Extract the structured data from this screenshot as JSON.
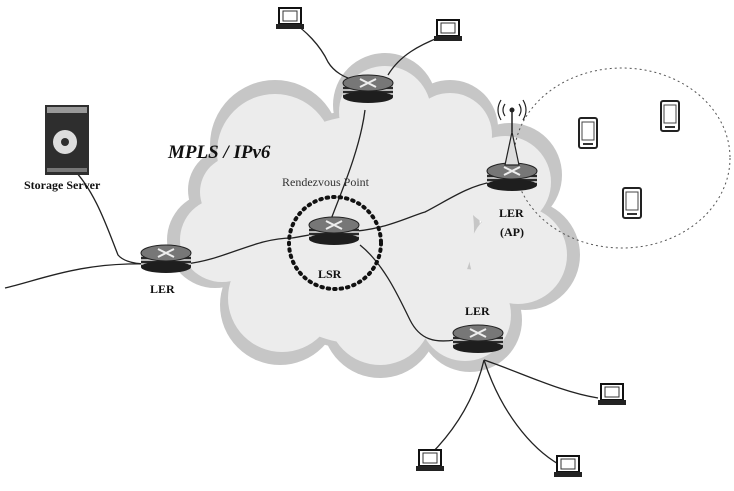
{
  "title": "MPLS / IPv6",
  "labels": {
    "storage_server": "Storage Server",
    "rendezvous_point": "Rendezvous Point",
    "lsr": "LSR",
    "ler_left": "LER",
    "ler_ap_line1": "LER",
    "ler_ap_line2": "(AP)",
    "ler_bottom": "LER"
  },
  "icons": {
    "router": "router-icon",
    "computer": "desktop-computer-icon",
    "server": "storage-server-icon",
    "antenna": "antenna-icon",
    "pda": "pda-icon",
    "cloud": "cloud-icon"
  }
}
